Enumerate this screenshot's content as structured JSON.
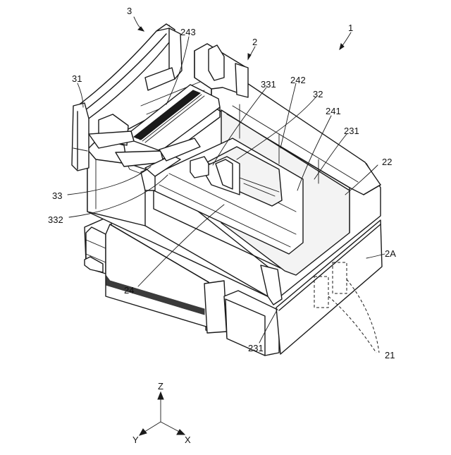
{
  "labels": {
    "assembly": "1",
    "housing": "2",
    "housing_lower": "2A",
    "terminals": "21",
    "rear_wall": "22",
    "slider_groove": "24",
    "side_rail": "231",
    "side_rail_bottom": "231",
    "guide_face": "241",
    "guide_step": "242",
    "guide_slot": "243",
    "lever": "3",
    "lever_grip": "31",
    "lever_arm": "32",
    "lever_hook": "33",
    "lever_hook_tip": "331",
    "lever_hook_base": "332"
  },
  "axes": {
    "z": "Z",
    "y": "Y",
    "x": "X"
  }
}
